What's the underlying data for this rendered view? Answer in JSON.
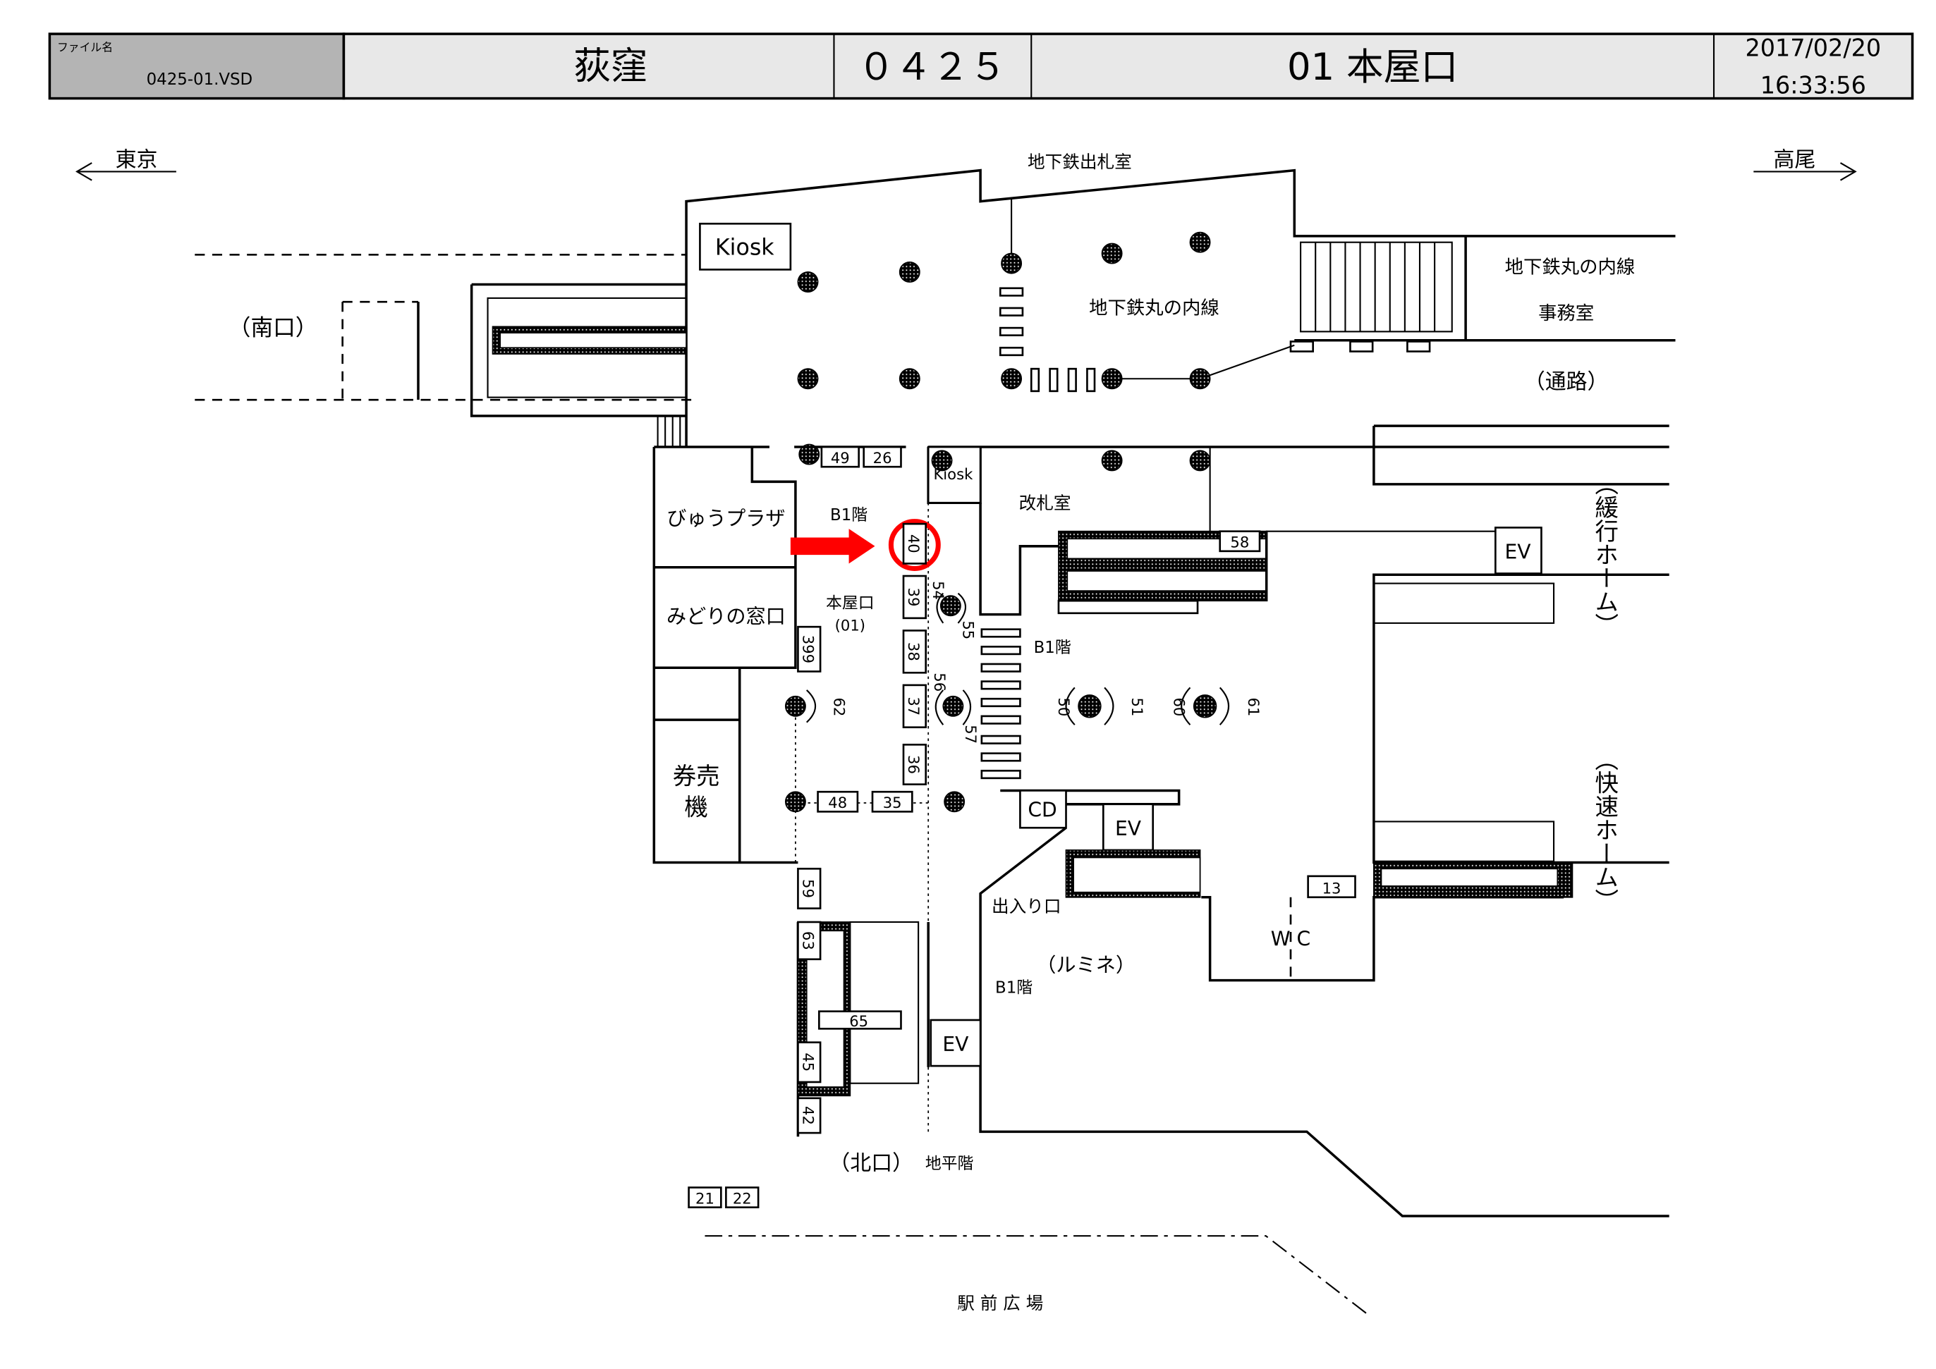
{
  "header": {
    "file_label": "ファイル名",
    "file_name": "0425-01.VSD",
    "station": "荻窪",
    "code": "０４２５",
    "exit": "01 本屋口",
    "date": "2017/02/20",
    "time": "16:33:56"
  },
  "directions": {
    "left": "東京",
    "right": "高尾"
  },
  "labels": {
    "subway_ticket_room": "地下鉄出札室",
    "kiosk_top": "Kiosk",
    "marunouchi_line": "地下鉄丸の内線",
    "marunouchi_office_line": "地下鉄丸の内線",
    "office": "事務室",
    "passage": "（通路）",
    "south_exit": "（南口）",
    "kiosk_small": "Kiosk",
    "view_plaza": "びゅうプラザ",
    "midori": "みどりの窓口",
    "b1_a": "B1階",
    "honya": "本屋口",
    "honya_num": "(01)",
    "gate_room": "改札室",
    "b1_b": "B1階",
    "ticket_machine_1": "券売",
    "ticket_machine_2": "機",
    "local_platform": "（緩行ホーム）",
    "rapid_platform": "（快速ホーム）",
    "ev": "EV",
    "cd": "CD",
    "entrance": "出入り口",
    "lumine": "（ルミネ）",
    "b1_c": "B1階",
    "wc": "W C",
    "north_exit": "（北口）",
    "ground_floor": "地平階",
    "station_plaza": "駅 前 広 場"
  },
  "numbers": {
    "n49": "49",
    "n26": "26",
    "n40": "40",
    "n39": "39",
    "n38": "38",
    "n37": "37",
    "n36": "36",
    "n399": "399",
    "n48": "48",
    "n35": "35",
    "n58": "58",
    "n59": "59",
    "n63": "63",
    "n65": "65",
    "n45": "45",
    "n42": "42",
    "n13": "13",
    "n21": "21",
    "n22": "22",
    "n54": "54",
    "n55": "55",
    "n56": "56",
    "n57": "57",
    "n50": "50",
    "n51": "51",
    "n60": "60",
    "n61": "61",
    "n62": "62"
  },
  "colors": {
    "highlight": "#ff0000",
    "header_gray": "#b4b4b4",
    "header_light": "#e8e8e8"
  }
}
